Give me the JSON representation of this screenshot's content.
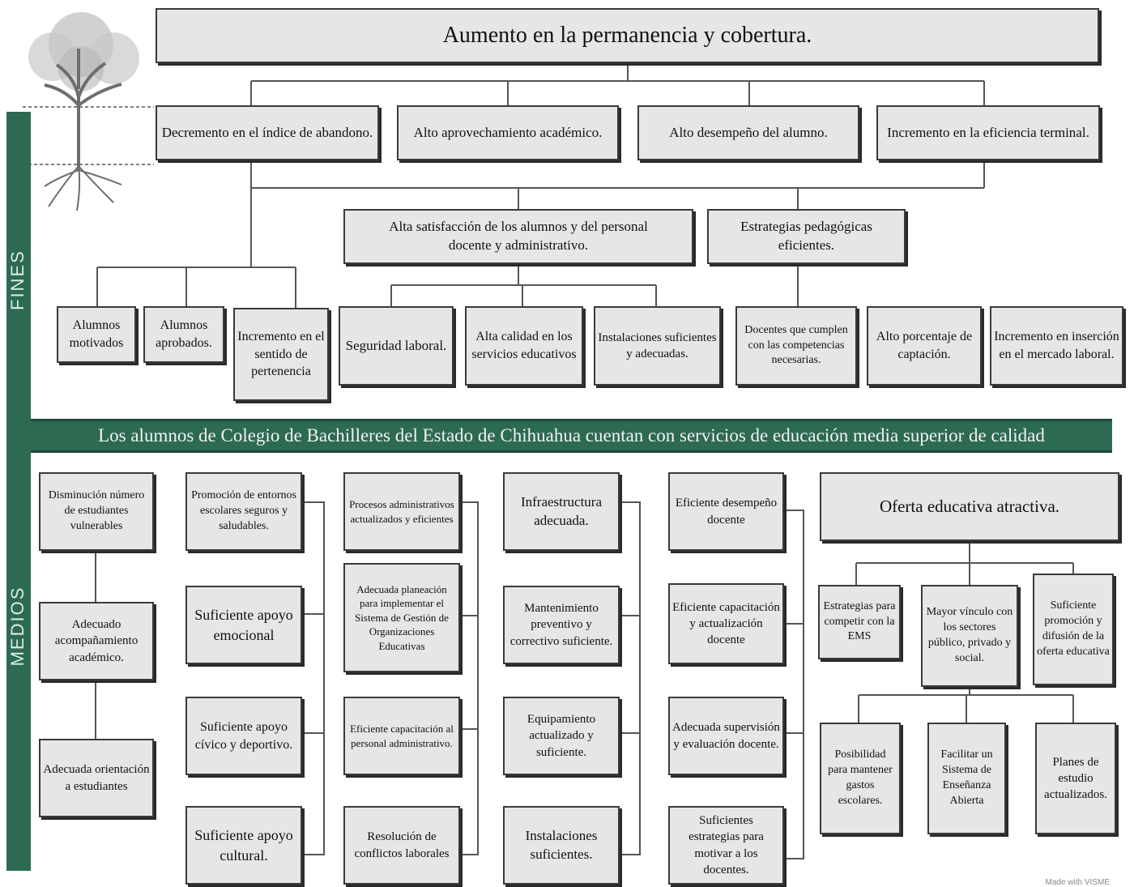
{
  "goal": "Aumento en la permanencia y cobertura.",
  "fines_label": "FINES",
  "medios_label": "MEDIOS",
  "central_problem": "Los alumnos de Colegio de Bachilleres del Estado de Chihuahua cuentan con servicios de educación media superior de calidad",
  "ends_level1": [
    "Decremento en el índice de abandono.",
    "Alto aprovechamiento académico.",
    "Alto desempeño del alumno.",
    "Incremento en la eficiencia terminal."
  ],
  "ends_level2": [
    "Alta satisfacción de los alumnos y del personal docente y administrativo.",
    "Estrategias pedagógicas eficientes."
  ],
  "ends_level3": [
    "Alumnos motivados",
    "Alumnos aprobados.",
    "Incremento en el sentido de pertenencia",
    "Seguridad laboral.",
    "Alta calidad en los servicios educativos",
    "Instalaciones suficientes y adecuadas.",
    "Docentes que cumplen con las competencias necesarias.",
    "Alto porcentaje de captación.",
    "Incremento en inserción en el mercado laboral."
  ],
  "means_col1": [
    "Disminución número de estudiantes vulnerables",
    "Adecuado acompañamiento académico.",
    "Adecuada orientación a estudiantes"
  ],
  "means_col2": [
    "Promoción de entornos escolares seguros y saludables.",
    "Suficiente apoyo emocional",
    "Suficiente apoyo cívico y deportivo.",
    "Suficiente apoyo cultural."
  ],
  "means_col3": [
    "Procesos administrativos actualizados y eficientes",
    "Adecuada planeación para implementar el Sistema de Gestión de Organizaciones Educativas",
    "Eficiente capacitación al personal administrativo.",
    "Resolución de conflictos laborales"
  ],
  "means_col4": [
    "Infraestructura adecuada.",
    "Mantenimiento preventivo y correctivo suficiente.",
    "Equipamiento actualizado y suficiente.",
    "Instalaciones suficientes."
  ],
  "means_col5": [
    "Eficiente desempeño docente",
    "Eficiente capacitación y actualización docente",
    "Adecuada supervisión y evaluación docente.",
    "Suficientes estrategias para motivar a los docentes."
  ],
  "means_col6": {
    "head": "Oferta educativa atractiva.",
    "row1": [
      "Estrategias para competir con la EMS",
      "Mayor vínculo con los sectores público, privado y social.",
      "Suficiente promoción y difusión de la oferta educativa"
    ],
    "row2": [
      "Posibilidad para mantener gastos escolares.",
      "Facilitar un Sistema de Enseñanza Abierta",
      "Planes de estudio actualizados."
    ]
  },
  "footnote": "Made with VISME"
}
